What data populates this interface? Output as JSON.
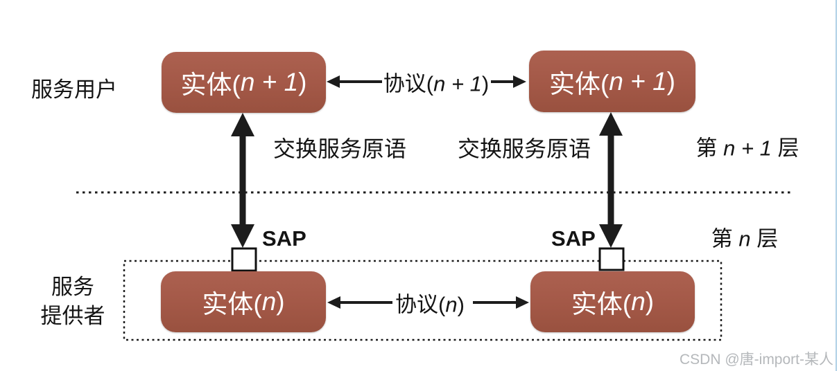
{
  "colors": {
    "entity_box": "#a35847",
    "entity_box_light": "#ac6150",
    "entity_box_dark": "#99513f",
    "entity_text": "#ffffff",
    "line": "#1c1c1c",
    "watermark": "#b5b8bb",
    "edge_line": "#aed0e6"
  },
  "labels": {
    "service_user": "服务用户",
    "service_provider": [
      "服务",
      "提供者"
    ],
    "entity_top": {
      "prefix": "实体(",
      "var": "n + 1",
      "suffix": ")"
    },
    "entity_bottom": {
      "prefix": "实体(",
      "var": "n",
      "suffix": ")"
    },
    "protocol_top": {
      "prefix": "协议(",
      "var": "n + 1",
      "suffix": ")"
    },
    "protocol_bottom": {
      "prefix": "协议(",
      "var": "n",
      "suffix": ")"
    },
    "exchange_primitives": "交换服务原语",
    "sap": "SAP",
    "layer_upper": {
      "prefix": "第 ",
      "var": "n + 1",
      "suffix": " 层"
    },
    "layer_lower": {
      "prefix": "第 ",
      "var": "n",
      "suffix": " 层"
    }
  },
  "watermark": "CSDN @唐-import-某人"
}
